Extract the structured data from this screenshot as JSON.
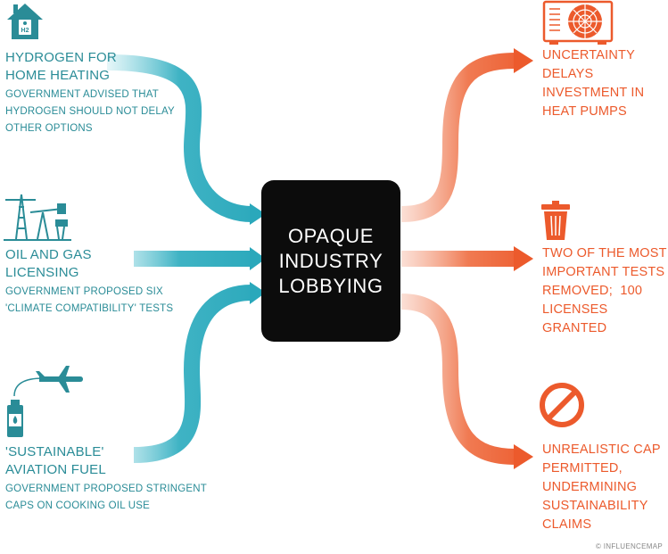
{
  "colors": {
    "teal": "#2a8c97",
    "teal_light": "#5fc6d5",
    "orange": "#ec5a2c",
    "orange_light": "#f4a68a",
    "box": "#0c0c0c"
  },
  "center": {
    "lines": [
      "OPAQUE",
      "INDUSTRY",
      "LOBBYING"
    ]
  },
  "inputs": [
    {
      "id": "hydrogen",
      "icon": "house-h2-icon",
      "title_lines": [
        "HYDROGEN FOR",
        "HOME HEATING"
      ],
      "detail_lines": [
        "GOVERNMENT ADVISED THAT",
        "HYDROGEN SHOULD NOT DELAY",
        "OTHER OPTIONS"
      ]
    },
    {
      "id": "oilgas",
      "icon": "oil-rig-icon",
      "title_lines": [
        "OIL AND GAS",
        "LICENSING"
      ],
      "detail_lines": [
        "GOVERNMENT PROPOSED SIX",
        "'CLIMATE COMPATIBILITY' TESTS"
      ]
    },
    {
      "id": "aviation",
      "icon": "plane-fuel-icon",
      "title_lines": [
        "'SUSTAINABLE'",
        "AVIATION FUEL"
      ],
      "detail_lines": [
        "GOVERNMENT PROPOSED STRINGENT",
        "CAPS ON COOKING OIL USE"
      ]
    }
  ],
  "outputs": [
    {
      "id": "heatpumps",
      "icon": "heat-pump-icon",
      "lines": [
        "UNCERTAINTY DELAYS",
        "INVESTMENT IN",
        "HEAT PUMPS"
      ]
    },
    {
      "id": "licenses",
      "icon": "trash-can-icon",
      "lines": [
        "TWO OF THE MOST",
        "IMPORTANT TESTS",
        "REMOVED;  100",
        "LICENSES GRANTED"
      ]
    },
    {
      "id": "cap",
      "icon": "prohibited-icon",
      "lines": [
        "UNREALISTIC CAP",
        "PERMITTED,",
        "UNDERMINING",
        "SUSTAINABILITY",
        "CLAIMS"
      ]
    }
  ],
  "credit": "© INFLUENCEMAP"
}
